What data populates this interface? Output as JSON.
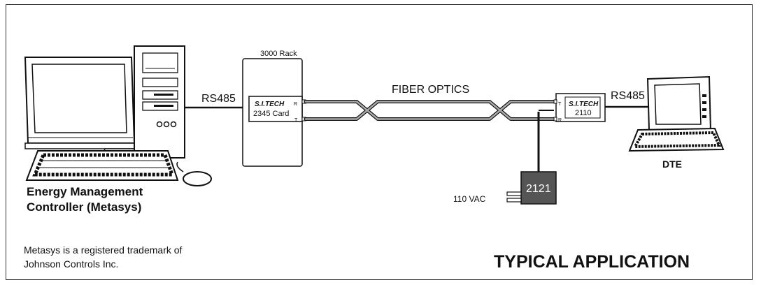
{
  "rack": {
    "title": "3000 Rack"
  },
  "card": {
    "brand": "S.I.TECH",
    "model": "2345 Card",
    "port_r": "R",
    "port_t": "T"
  },
  "links": {
    "rs485_left": "RS485",
    "rs485_right": "RS485",
    "fiber": "FIBER OPTICS"
  },
  "remote": {
    "brand": "S.I.TECH",
    "model": "2110",
    "port_t": "T",
    "port_r": "R"
  },
  "power": {
    "model": "2121",
    "voltage": "110 VAC"
  },
  "ems": {
    "line1": "Energy Management",
    "line2": "Controller (Metasys)"
  },
  "dte": {
    "label": "DTE"
  },
  "footnote": {
    "line1": "Metasys is a registered trademark of",
    "line2": "Johnson Controls Inc."
  },
  "caption": "TYPICAL APPLICATION"
}
